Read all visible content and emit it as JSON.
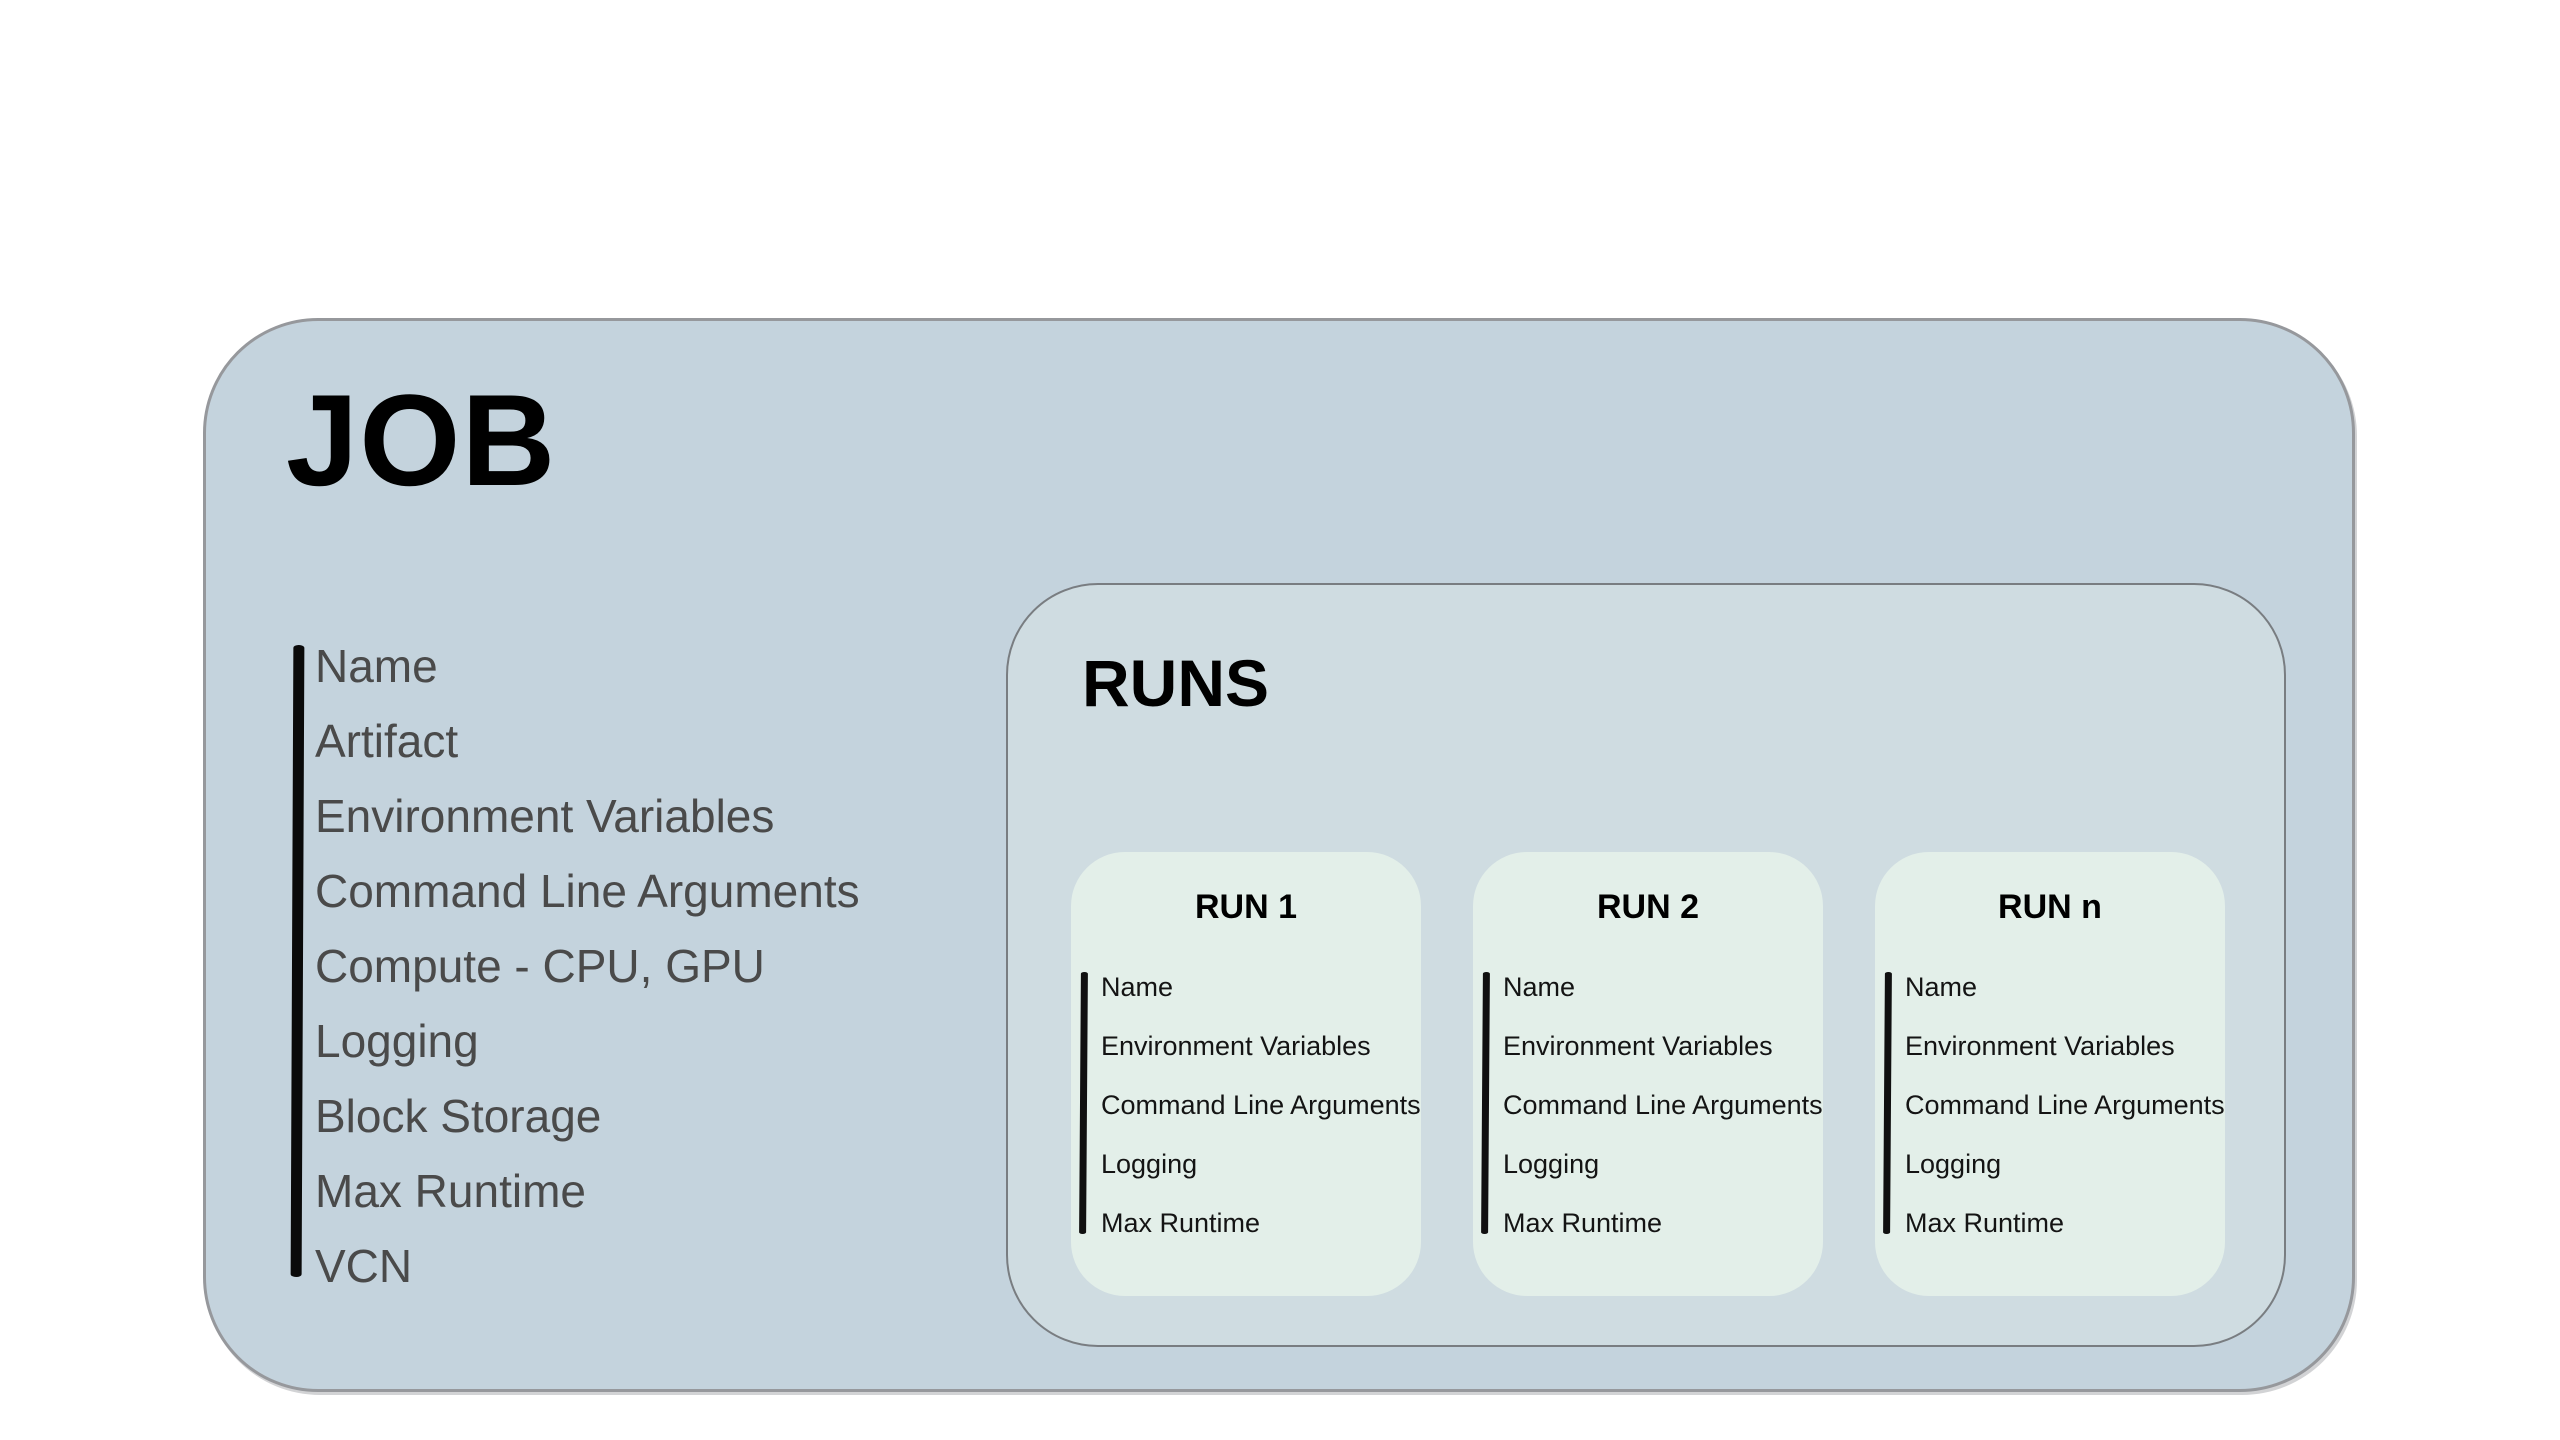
{
  "page": {
    "background_color": "#ffffff"
  },
  "job": {
    "title": "JOB",
    "attributes": [
      "Name",
      "Artifact",
      "Environment Variables",
      "Command Line Arguments",
      "Compute - CPU, GPU",
      "Logging",
      "Block Storage",
      "Max Runtime",
      "VCN"
    ],
    "colors": {
      "background": "#c4d3dd",
      "border": "#96989c",
      "title_text": "#000000",
      "attribute_text": "#4a4a4a",
      "bracket_bar": "#0a0a0a"
    }
  },
  "runs": {
    "title": "RUNS",
    "colors": {
      "background": "#cfdce1",
      "border": "#797d81",
      "title_text": "#000000"
    },
    "cards": [
      {
        "title": "RUN 1",
        "attributes": [
          "Name",
          "Environment Variables",
          "Command Line Arguments",
          "Logging",
          "Max Runtime"
        ]
      },
      {
        "title": "RUN 2",
        "attributes": [
          "Name",
          "Environment Variables",
          "Command Line Arguments",
          "Logging",
          "Max Runtime"
        ]
      },
      {
        "title": "RUN n",
        "attributes": [
          "Name",
          "Environment Variables",
          "Command Line Arguments",
          "Logging",
          "Max Runtime"
        ]
      }
    ],
    "card_colors": {
      "background": "#e3efe9",
      "title_text": "#000000",
      "attribute_text": "#141414",
      "bracket_bar": "#101010"
    }
  }
}
